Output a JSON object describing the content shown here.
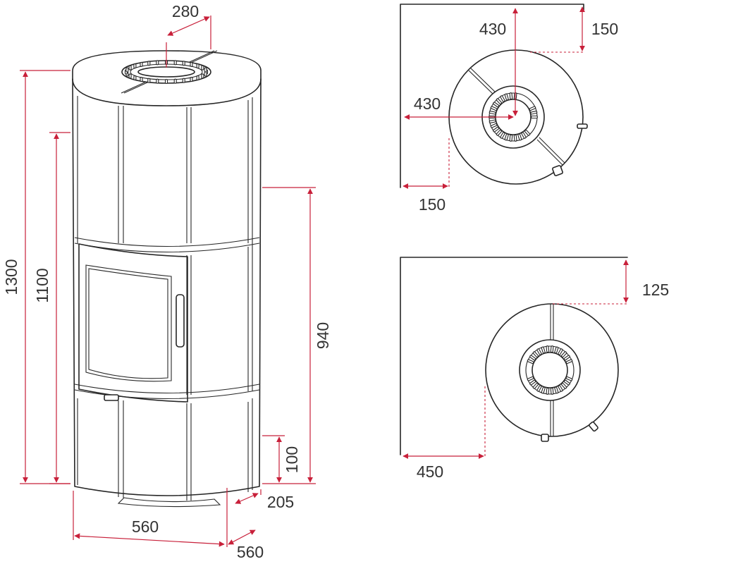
{
  "title": "",
  "colors": {
    "outline": "#262626",
    "dimension": "#c8203a",
    "text": "#333333"
  },
  "front_view": {
    "total_height": "1300",
    "outlet_height": "1100",
    "top_outlet_offset": "280",
    "inlet_height": "940",
    "lower_outlet_height": "100",
    "outlet_depth": "205",
    "width": "560",
    "depth": "560"
  },
  "corner_plan": {
    "side_clearance": "430",
    "side_wall_clearance": "150",
    "rear_clearance": "430",
    "rear_wall_clearance": "150"
  },
  "wall_plan": {
    "wall_clearance": "125",
    "side_clearance": "450"
  }
}
